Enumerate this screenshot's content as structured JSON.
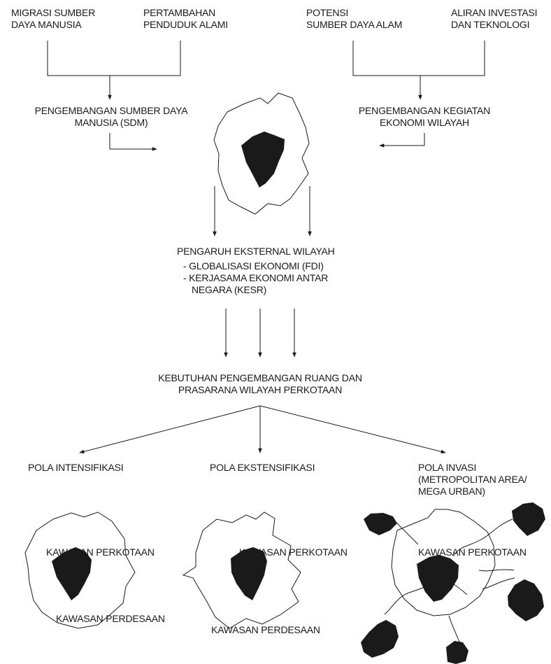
{
  "sources": {
    "migrasi": [
      "MIGRASI SUMBER",
      "DAYA MANUSIA"
    ],
    "pertambahan": [
      "PERTAMBAHAN",
      "PENDUDUK ALAMI"
    ],
    "potensi": [
      "POTENSI",
      "SUMBER DAYA ALAM"
    ],
    "aliran": [
      "ALIRAN INVESTASI",
      "DAN TEKNOLOGI"
    ]
  },
  "development": {
    "sdm": [
      "PENGEMBANGAN SUMBER DAYA",
      "MANUSIA (SDM)"
    ],
    "ekonomi": [
      "PENGEMBANGAN KEGIATAN",
      "EKONOMI WILAYAH"
    ]
  },
  "external": {
    "title": "PENGARUH EKSTERNAL WILAYAH",
    "items": [
      "- GLOBALISASI EKONOMI (FDI)",
      "- KERJASAMA EKONOMI ANTAR",
      "NEGARA (KESR)"
    ]
  },
  "needs": [
    "KEBUTUHAN PENGEMBANGAN RUANG DAN",
    "PRASARANA WILAYAH PERKOTAAN"
  ],
  "patterns": {
    "intensifikasi": {
      "title": "POLA INTENSIFIKASI",
      "urban": "KAWASAN PERKOTAAN",
      "rural": "KAWASAN PERDESAAN"
    },
    "ekstensifikasi": {
      "title": "POLA EKSTENSIFIKASI",
      "urban": "KAWASAN PERKOTAAN",
      "rural": "KAWASAN PERDESAAN"
    },
    "invasi": {
      "title": [
        "POLA INVASI",
        "(METROPOLITAN AREA/",
        "MEGA URBAN)"
      ],
      "urban": "KAWASAN PERKOTAAN"
    }
  },
  "colors": {
    "line": "#1a1a1a",
    "fill": "#1a1a1a",
    "background": "#ffffff"
  }
}
